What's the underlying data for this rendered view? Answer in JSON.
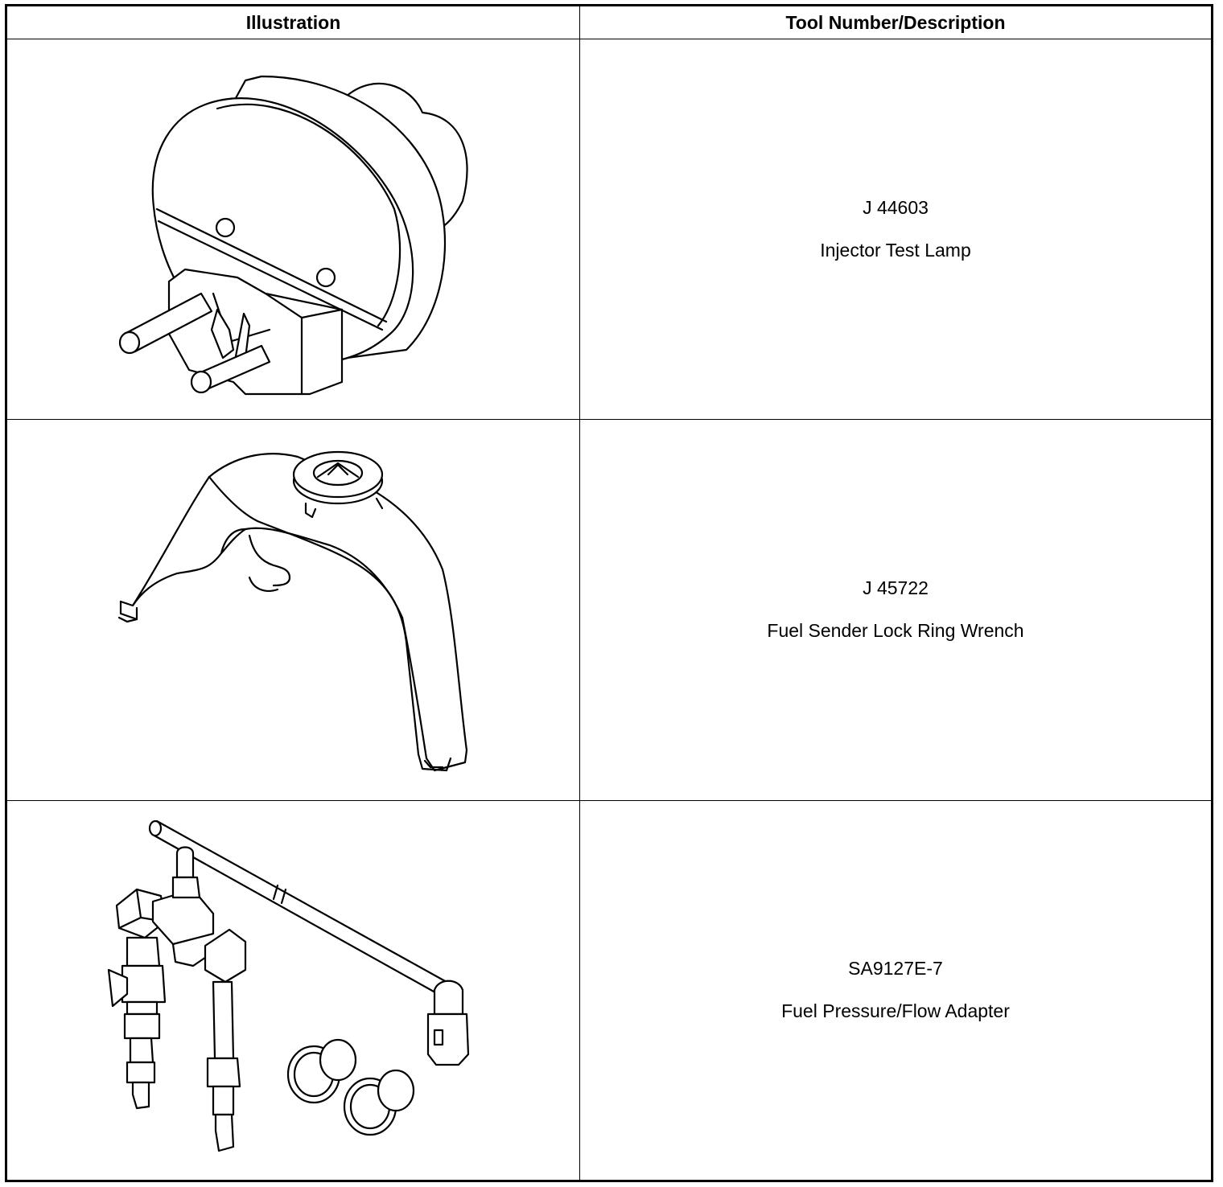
{
  "table": {
    "headers": {
      "illustration": "Illustration",
      "tool": "Tool Number/Description"
    },
    "rows": [
      {
        "tool_number": "J 44603",
        "description": "Injector Test Lamp",
        "illustration_icon": "injector-test-lamp-icon"
      },
      {
        "tool_number": "J 45722",
        "description": "Fuel Sender Lock Ring Wrench",
        "illustration_icon": "lock-ring-wrench-icon"
      },
      {
        "tool_number": "SA9127E-7",
        "description": "Fuel Pressure/Flow Adapter",
        "illustration_icon": "fuel-pressure-adapter-icon"
      }
    ]
  }
}
